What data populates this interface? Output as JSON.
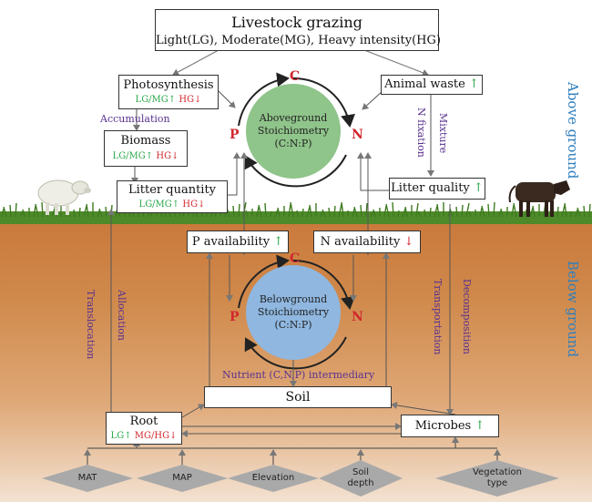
{
  "top": {
    "title": "Livestock grazing",
    "subtitle": "Light(LG), Moderate(MG), Heavy intensity(HG)"
  },
  "side_labels": {
    "above": "Above ground",
    "below": "Below ground"
  },
  "boxes": {
    "photosynthesis": {
      "label": "Photosynthesis",
      "up": "LG/MG↑",
      "down": "HG↓"
    },
    "biomass": {
      "label": "Biomass",
      "up": "LG/MG↑",
      "down": "HG↓"
    },
    "litter_quantity": {
      "label": "Litter quantity",
      "up": "LG/MG↑",
      "down": "HG↓"
    },
    "animal_waste": {
      "label": "Animal waste",
      "arrow": "↑"
    },
    "litter_quality": {
      "label": "Litter quality",
      "arrow": "↑"
    },
    "p_availability": {
      "label": "P availability",
      "arrow": "↑"
    },
    "n_availability": {
      "label": "N availability",
      "arrow": "↓"
    },
    "soil": {
      "label": "Soil"
    },
    "root": {
      "label": "Root",
      "up": "LG↑",
      "down": "MG/HG↓"
    },
    "microbes": {
      "label": "Microbes",
      "arrow": "↑"
    }
  },
  "circles": {
    "above": {
      "line1": "Aboveground",
      "line2": "Stoichiometry",
      "line3": "(C:N:P)",
      "c": "C",
      "n": "N",
      "p": "P"
    },
    "below": {
      "line1": "Belowground",
      "line2": "Stoichiometry",
      "line3": "(C:N:P)",
      "c": "C",
      "n": "N",
      "p": "P"
    }
  },
  "process_labels": {
    "accumulation": "Accumulation",
    "n_fixation": "N fixation",
    "mixture": "Mixture",
    "translocation": "Translocation",
    "allocation": "Allocation",
    "transportation": "Transportation",
    "decomposition": "Decomposition",
    "intermediary": "Nutrient (C,N,P) intermediary"
  },
  "factors": [
    {
      "line1": "MAT",
      "line2": ""
    },
    {
      "line1": "MAP",
      "line2": ""
    },
    {
      "line1": "Elevation",
      "line2": ""
    },
    {
      "line1": "Soil",
      "line2": "depth"
    },
    {
      "line1": "Vegetation",
      "line2": "type"
    }
  ],
  "colors": {
    "increase": "#2aa84a",
    "decrease": "#d2282e",
    "process": "#5a3290",
    "side_label": "#2f7fbf",
    "above_circle": "#8fc48a",
    "below_circle": "#8fb7e0"
  }
}
